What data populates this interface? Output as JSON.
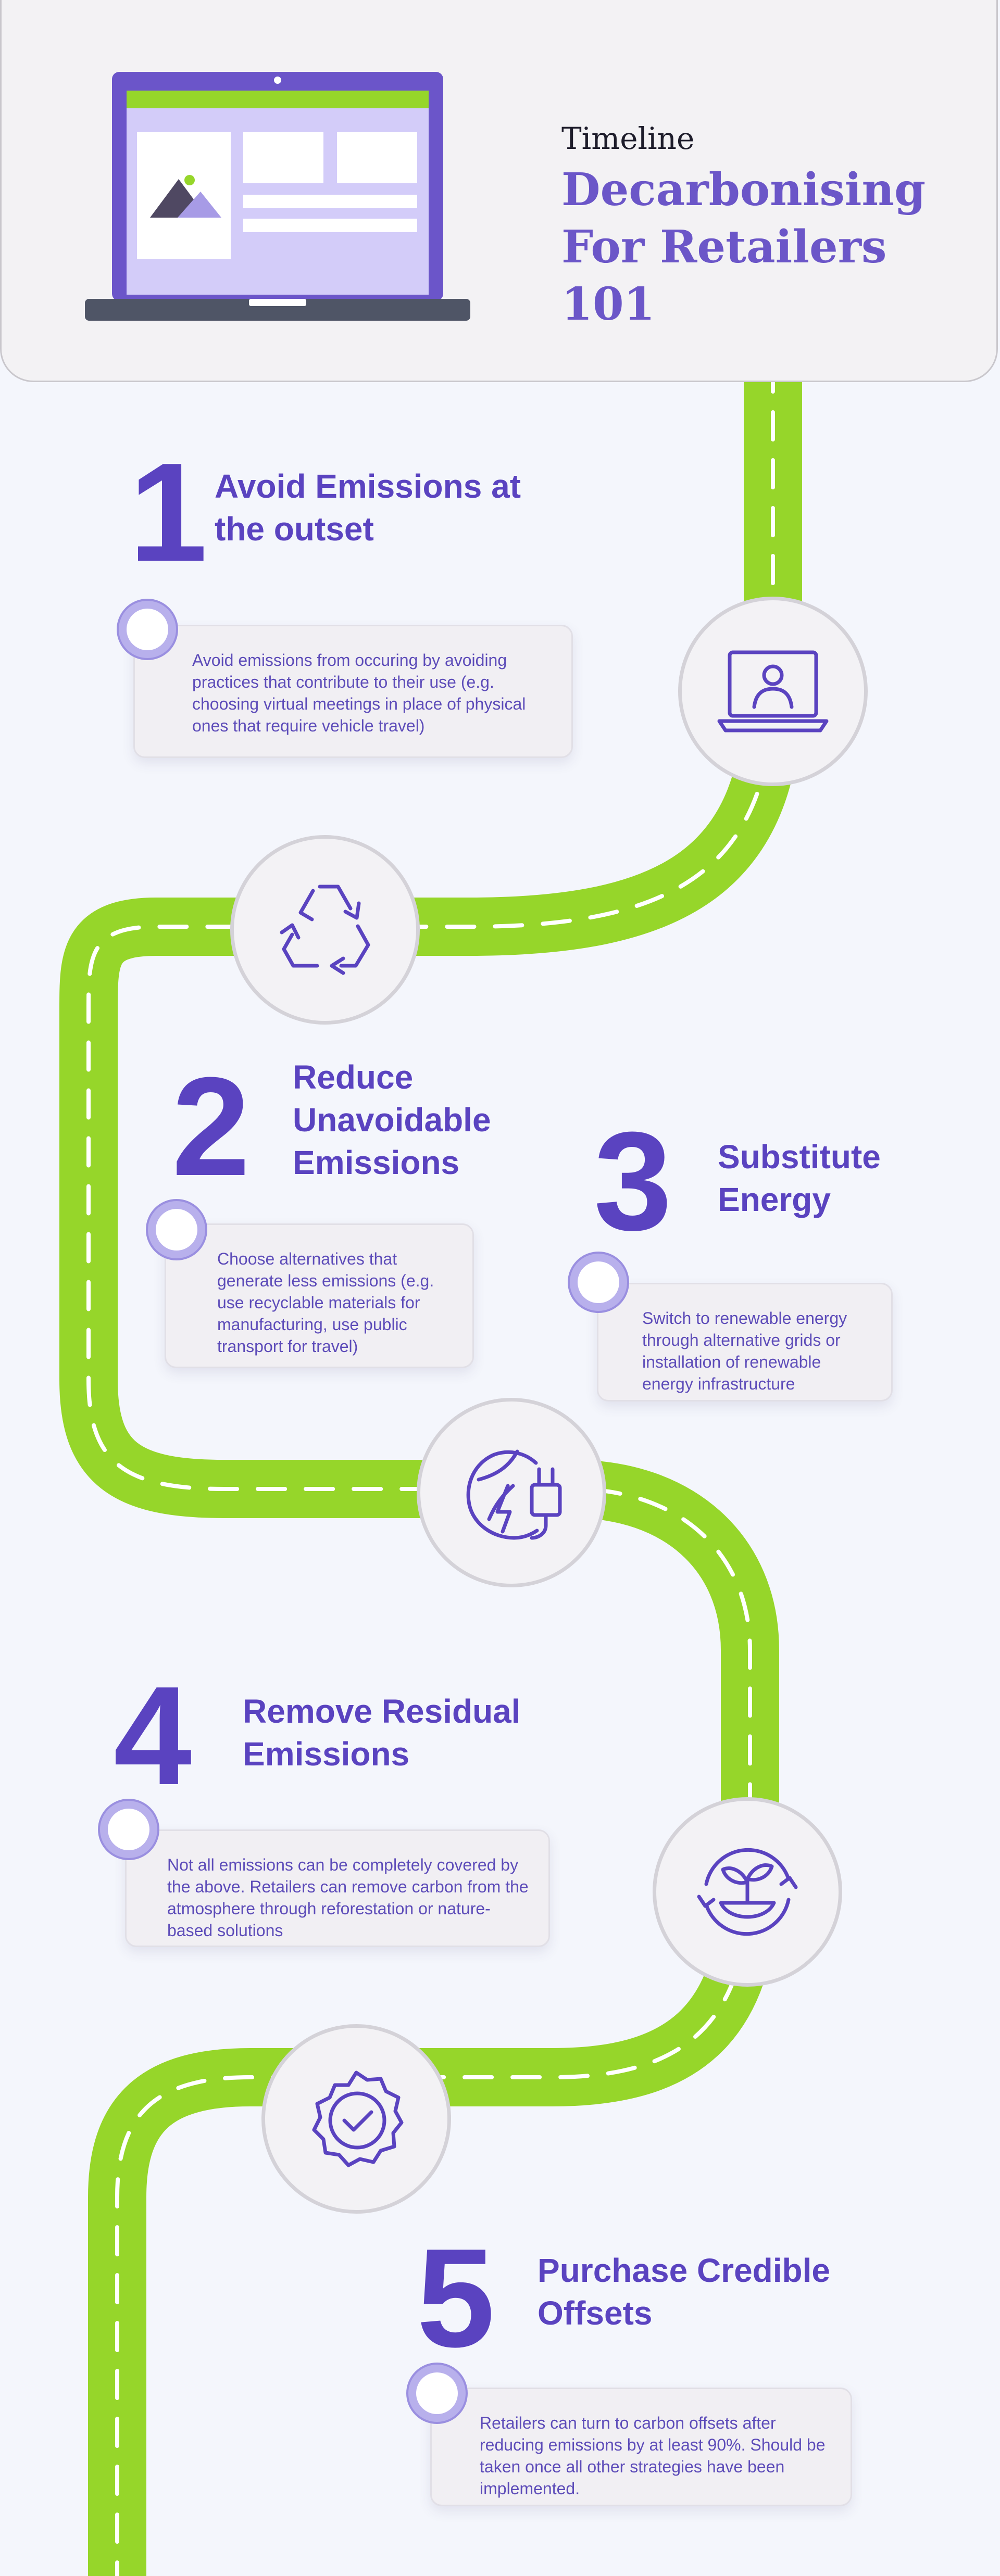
{
  "header": {
    "subtitle": "Timeline",
    "title": "Decarbonising For Retailers 101"
  },
  "steps": [
    {
      "number": "1",
      "heading": "Avoid Emissions at the outset",
      "text": "Avoid emissions from occuring by avoiding practices that contribute to their use (e.g. choosing virtual meetings in place of physical ones that require vehicle travel)",
      "icon": "video-call-laptop-icon"
    },
    {
      "number": "2",
      "heading": "Reduce Unavoidable Emissions",
      "text": "Choose alternatives that generate less emissions (e.g. use recyclable materials for manufacturing, use public transport for travel)",
      "icon": "recycle-icon"
    },
    {
      "number": "3",
      "heading": "Substitute Energy",
      "text": "Switch to renewable energy through alternative grids or installation of renewable energy infrastructure",
      "icon": "leaf-plug-icon"
    },
    {
      "number": "4",
      "heading": "Remove Residual Emissions",
      "text": "Not all emissions can be completely covered by the above. Retailers can remove carbon from the atmosphere through reforestation or nature-based solutions",
      "icon": "sprout-cycle-icon"
    },
    {
      "number": "5",
      "heading": "Purchase Credible Offsets",
      "text": "Retailers can turn to carbon offsets after reducing emissions by at least 90%. Should be taken once all other strategies have been implemented.",
      "icon": "badge-check-icon"
    }
  ],
  "colors": {
    "accent": "#5a43c0",
    "road": "#96d62a",
    "background": "#f4f6fc",
    "card": "#f1eff3"
  }
}
